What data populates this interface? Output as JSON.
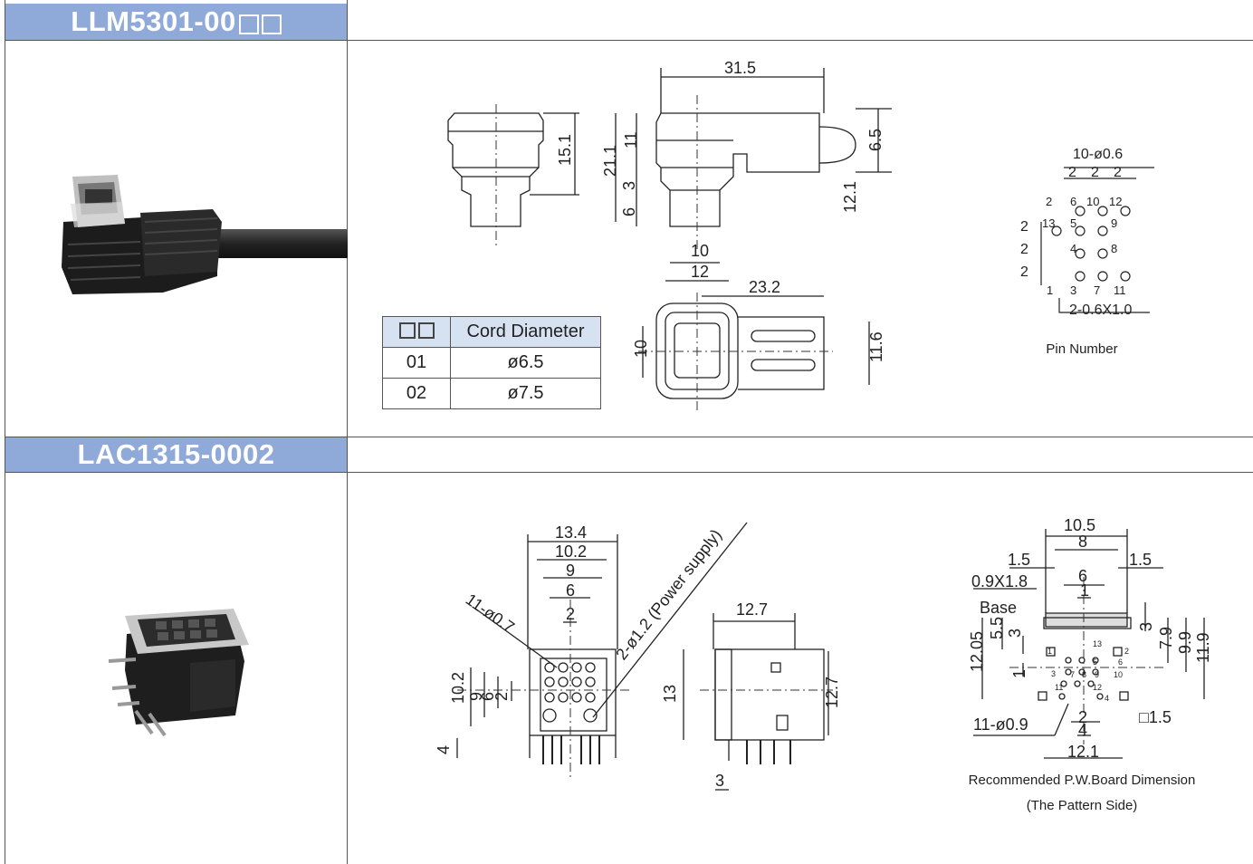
{
  "section1": {
    "part_number": "LLM5301-00",
    "cord_table": {
      "headers": [
        "Cord Diameter"
      ],
      "rows": [
        {
          "code": "01",
          "diameter": "ø6.5"
        },
        {
          "code": "02",
          "diameter": "ø7.5"
        }
      ]
    },
    "pin_caption": "Pin Number",
    "dims": {
      "d31_5": "31.5",
      "d15_1": "15.1",
      "d21_1": "21.1",
      "d11": "11",
      "d3": "3",
      "d6": "6",
      "d6_5": "6.5",
      "d12_1": "12.1",
      "d10": "10",
      "d12": "12",
      "d23_2": "23.2",
      "d11_6": "11.6",
      "d10b": "10"
    },
    "pin": {
      "holes": "10-ø0.6",
      "pitch": "2",
      "slots": "2-0.6X1.0",
      "labels": [
        "2",
        "6",
        "10",
        "12",
        "13",
        "5",
        "9",
        "4",
        "8",
        "1",
        "3",
        "7",
        "11"
      ]
    }
  },
  "section2": {
    "part_number": "LAC1315-0002",
    "caption_line1": "Recommended P.W.Board Dimension",
    "caption_line2": "(The Pattern Side)",
    "dims": {
      "d13_4": "13.4",
      "d10_2": "10.2",
      "d9": "9",
      "d6": "6",
      "d2": "2",
      "holes": "11-ø0.7",
      "power": "2-ø1.2 (Power supply)",
      "v10_2": "10.2",
      "v9": "9",
      "v6": "6",
      "v2": "2",
      "v4": "4",
      "d12_7": "12.7",
      "v13": "13",
      "v12_7": "12.7",
      "d3": "3"
    },
    "board": {
      "d10_5": "10.5",
      "d8": "8",
      "d1_5a": "1.5",
      "d1_5b": "1.5",
      "d6": "6",
      "d1": "1",
      "slot": "0.9X1.8",
      "base": "Base",
      "d3": "3",
      "d7_9": "7.9",
      "d9_9": "9.9",
      "d11_9": "11.9",
      "d5_5": "5.5",
      "d3b": "3",
      "d12_05": "12.05",
      "d1b": "1",
      "holes": "11-ø0.9",
      "d2": "2",
      "d4": "4",
      "d12_1": "12.1",
      "sq": "□1.5",
      "pins": [
        "1",
        "2",
        "3",
        "4",
        "5",
        "6",
        "7",
        "8",
        "9",
        "10",
        "11",
        "12",
        "13"
      ]
    }
  }
}
